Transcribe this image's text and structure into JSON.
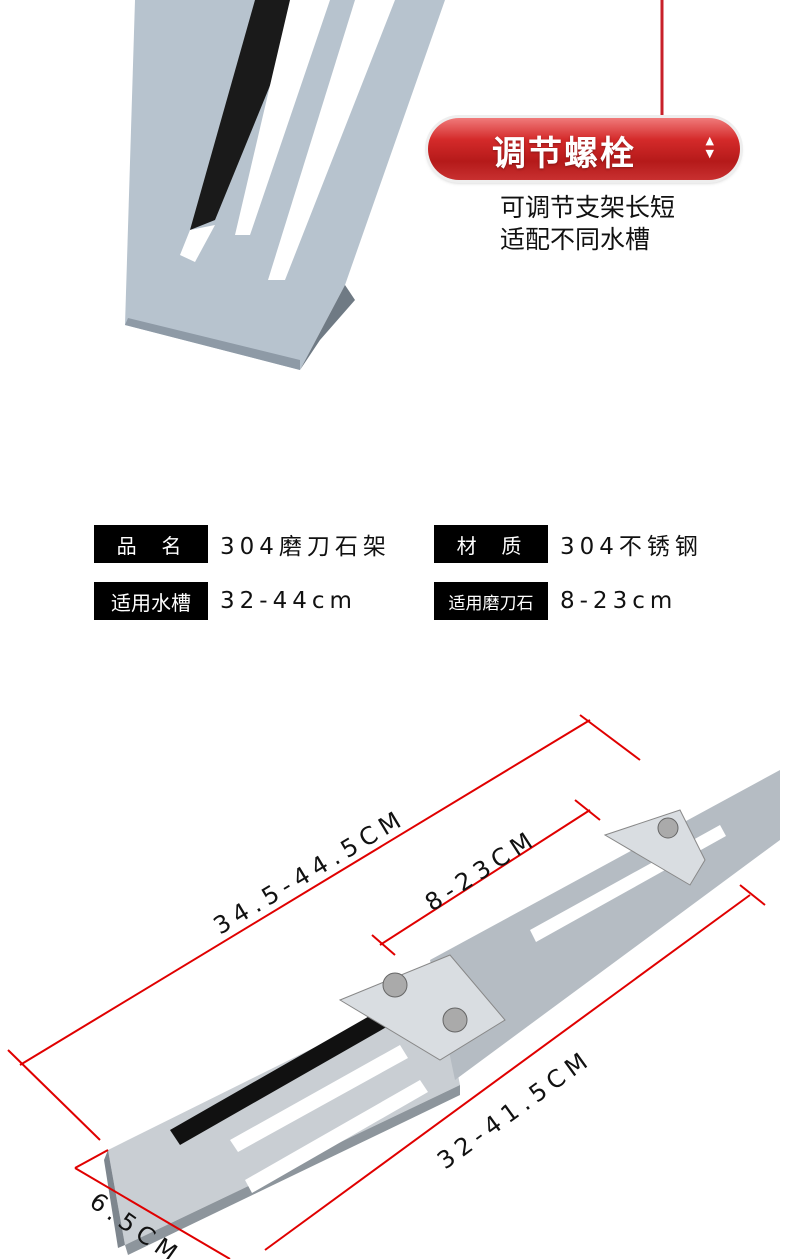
{
  "feature": {
    "badge_label": "调节螺栓",
    "description_lines": [
      "可调节支架长短",
      "适配不同水槽"
    ]
  },
  "specs": [
    {
      "label": "品  名",
      "value": "304磨刀石架"
    },
    {
      "label": "材  质",
      "value": "304不锈钢"
    },
    {
      "label": "适用水槽",
      "value": "32-44cm"
    },
    {
      "label": "适用磨刀石",
      "value": "8-23cm"
    }
  ],
  "dimensions": {
    "overall_length": "34.5-44.5CM",
    "stone_range": "8-23CM",
    "base_length": "32-41.5CM",
    "width": "6.5CM"
  },
  "colors": {
    "accent": "#c8202a",
    "dimension_line": "#e00000",
    "steel": "#b8c4cf"
  }
}
